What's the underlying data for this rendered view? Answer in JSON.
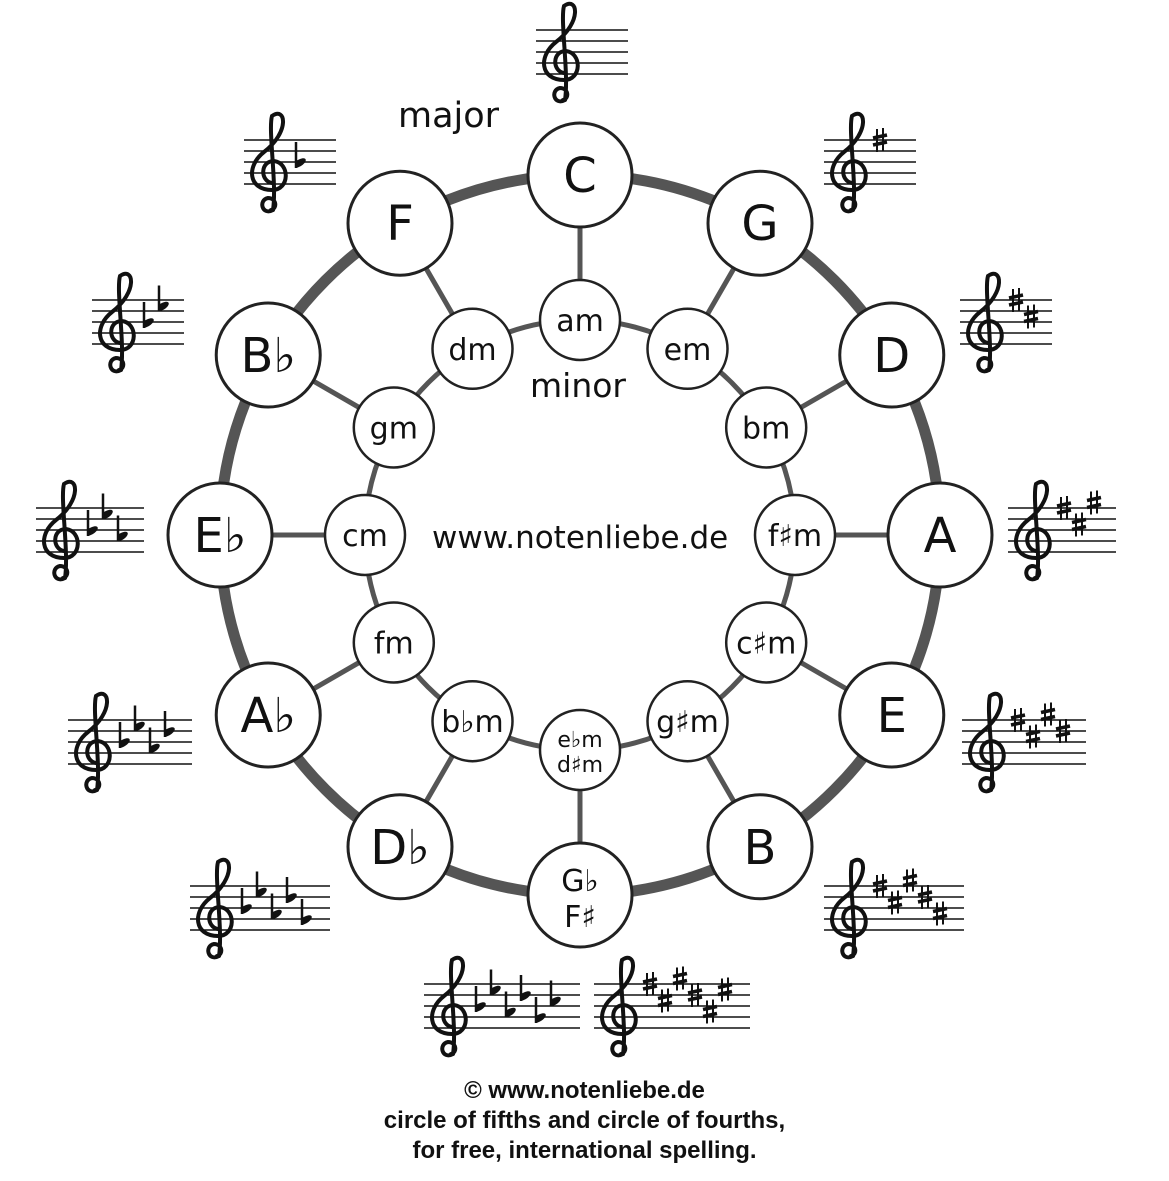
{
  "labels": {
    "major": "major",
    "minor": "minor",
    "website": "www.notenliebe.de"
  },
  "major_keys": [
    {
      "key": "C",
      "sig": {
        "type": "none",
        "count": 0
      }
    },
    {
      "key": "G",
      "sig": {
        "type": "sharp",
        "count": 1
      }
    },
    {
      "key": "D",
      "sig": {
        "type": "sharp",
        "count": 2
      }
    },
    {
      "key": "A",
      "sig": {
        "type": "sharp",
        "count": 3
      }
    },
    {
      "key": "E",
      "sig": {
        "type": "sharp",
        "count": 4
      }
    },
    {
      "key": "B",
      "sig": {
        "type": "sharp",
        "count": 5
      }
    },
    {
      "key": "G♭",
      "key2": "F♯",
      "sig": {
        "type": "flat",
        "count": 6
      },
      "sig2": {
        "type": "sharp",
        "count": 6
      }
    },
    {
      "key": "D♭",
      "sig": {
        "type": "flat",
        "count": 5
      }
    },
    {
      "key": "A♭",
      "sig": {
        "type": "flat",
        "count": 4
      }
    },
    {
      "key": "E♭",
      "sig": {
        "type": "flat",
        "count": 3
      }
    },
    {
      "key": "B♭",
      "sig": {
        "type": "flat",
        "count": 2
      }
    },
    {
      "key": "F",
      "sig": {
        "type": "flat",
        "count": 1
      }
    }
  ],
  "minor_keys": [
    "am",
    "em",
    "bm",
    "f♯m",
    "c♯m",
    "g♯m",
    "e♭m|d♯m",
    "b♭m",
    "fm",
    "cm",
    "gm",
    "dm"
  ],
  "footer": {
    "line1": "© www.notenliebe.de",
    "line2": "circle of fifths and circle of fourths,",
    "line3": "for free, international spelling."
  },
  "colors": {
    "outer_ring": "#555555",
    "stroke": "#222222",
    "fill": "#ffffff"
  }
}
